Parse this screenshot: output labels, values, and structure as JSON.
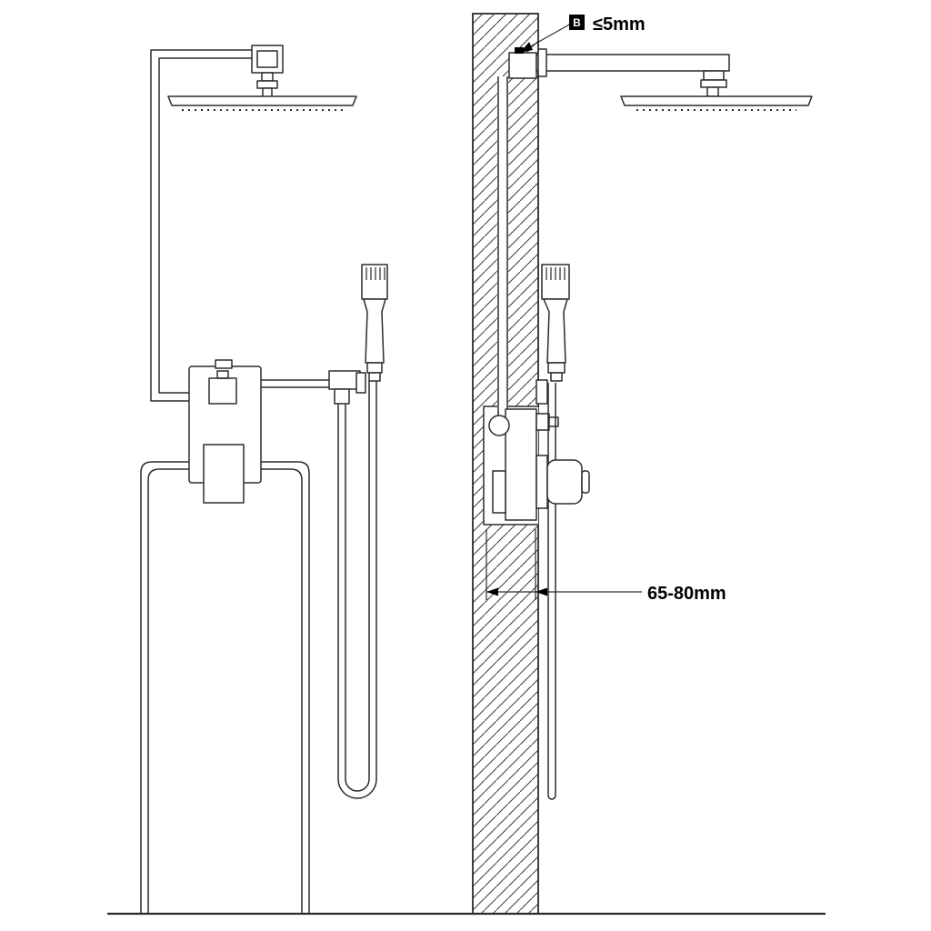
{
  "colors": {
    "background": "#ffffff",
    "line": "#2b2b2b",
    "badge_background": "#000000",
    "badge_text": "#ffffff"
  },
  "annotations": {
    "wall_gap_badge": "B",
    "wall_gap_value": "≤5mm",
    "recess_depth_value": "65-80mm"
  },
  "parts": [
    "rain shower head",
    "shower arm",
    "wall bracket",
    "hand shower",
    "shower hose",
    "mixer valve with handle",
    "shower column frame",
    "wall cross-section with concealed pipe",
    "recessed mixer box",
    "floor line"
  ]
}
